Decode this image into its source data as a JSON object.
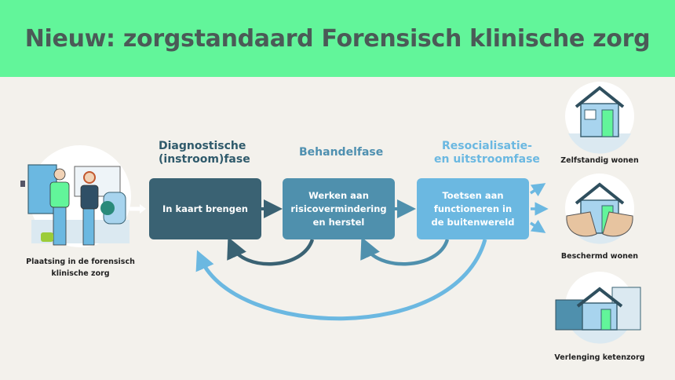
{
  "title": "Nieuw: zorgstandaard Forensisch klinische zorg",
  "placement": {
    "caption_line1": "Plaatsing in de forensisch",
    "caption_line2": "klinische zorg"
  },
  "phases": [
    {
      "heading_line1": "Diagnostische",
      "heading_line2": "(instroom)fase",
      "box_line1": "In kaart brengen",
      "box_line2": "",
      "box_line3": "",
      "color": "#3a6273",
      "heading_color": "#2f5a6b"
    },
    {
      "heading_line1": "Behandelfase",
      "heading_line2": "",
      "box_line1": "Werken aan",
      "box_line2": "risicovermindering",
      "box_line3": "en herstel",
      "color": "#4f90ad",
      "heading_color": "#4f90b0"
    },
    {
      "heading_line1": "Resocialisatie-",
      "heading_line2": "en uitstroomfase",
      "box_line1": "Toetsen aan",
      "box_line2": "functioneren in",
      "box_line3": "de buitenwereld",
      "color": "#6bb8e1",
      "heading_color": "#6bb8e1"
    }
  ],
  "outcomes": [
    {
      "label": "Zelfstandig wonen",
      "icon": "house-icon"
    },
    {
      "label": "Beschermd wonen",
      "icon": "house-hands-icon"
    },
    {
      "label": "Verlenging ketenzorg",
      "icon": "buildings-icon"
    }
  ]
}
